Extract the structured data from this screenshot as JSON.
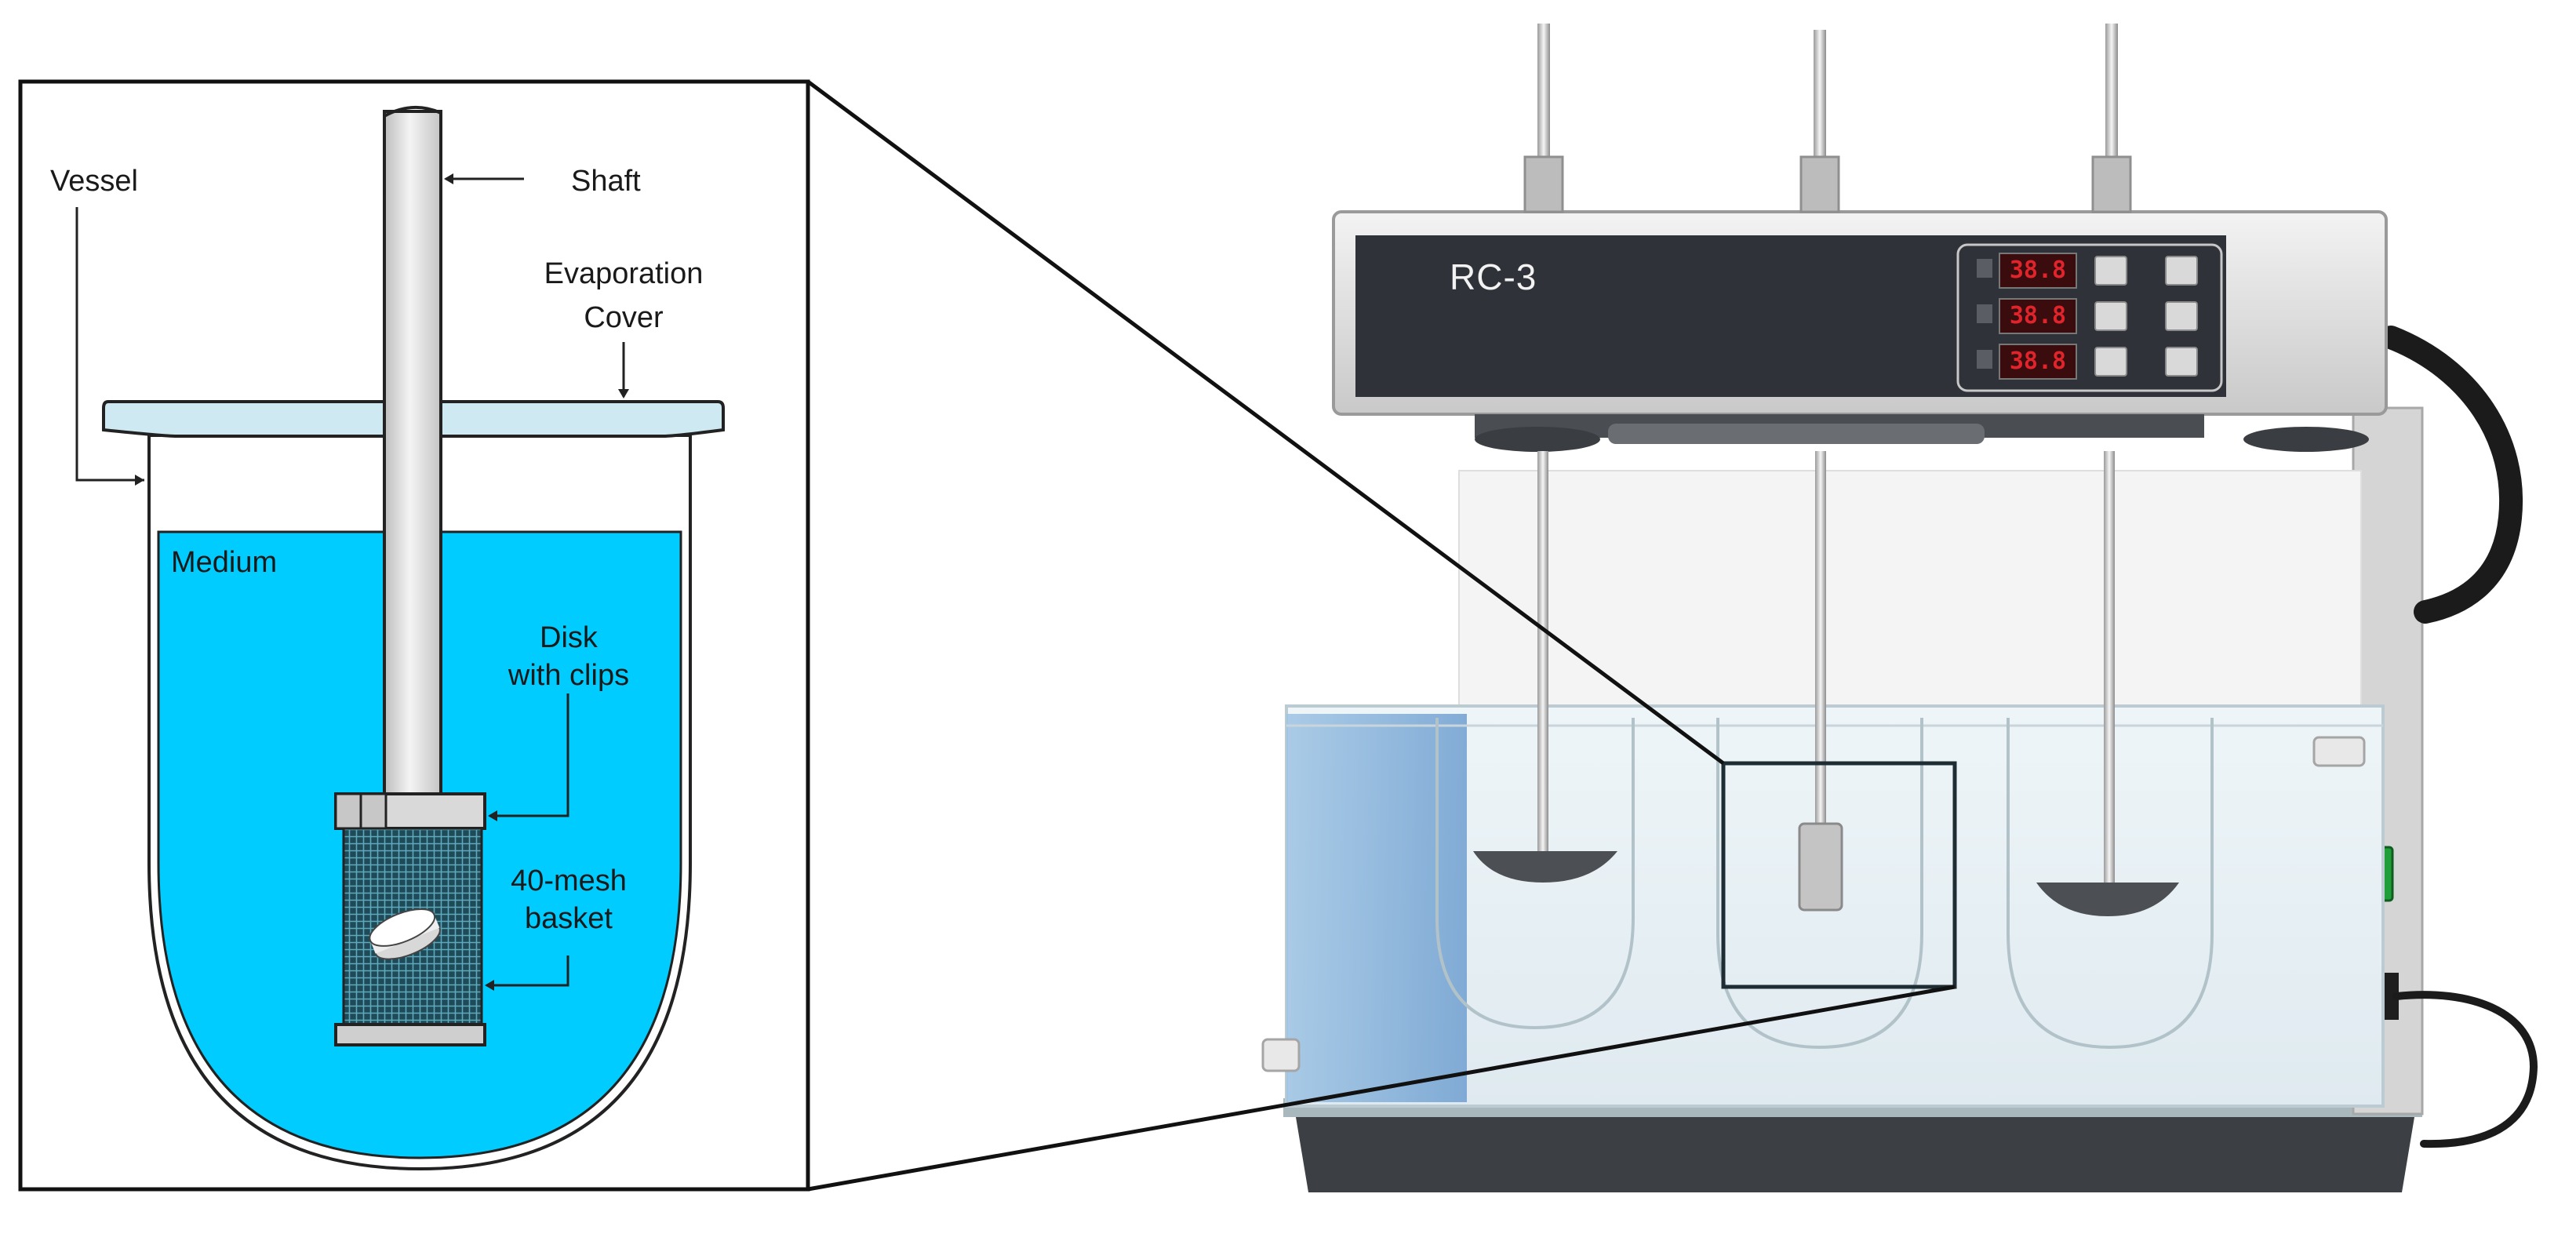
{
  "diagram": {
    "labels": {
      "vessel": "Vessel",
      "shaft": "Shaft",
      "evaporation_cover_line1": "Evaporation",
      "evaporation_cover_line2": "Cover",
      "medium": "Medium",
      "disk_line1": "Disk",
      "disk_line2": "with clips",
      "basket_line1": "40-mesh",
      "basket_line2": "basket"
    },
    "colors": {
      "medium": "#00ccff",
      "cover": "#cfe9f2",
      "shaft": "#e6e6e6",
      "basket_mesh": "#1f4a57",
      "outline": "#222222"
    }
  },
  "apparatus": {
    "model_label": "RC-3",
    "displays": [
      "38.8",
      "38.8",
      "38.8"
    ],
    "colors": {
      "head_panel": "#2f3238",
      "display_digits": "#e0242b",
      "switch": "#1f9e3a"
    }
  }
}
